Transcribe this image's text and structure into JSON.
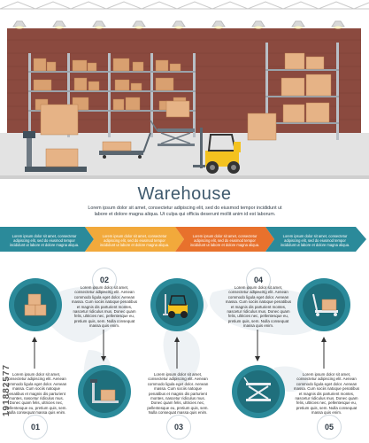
{
  "title": "Warehouse",
  "intro": "Lorem ipsum dolor sit amet, consectetur adipiscing elit, sed do eiusmod tempor incididunt ut labore et dolore magna aliqua. Ut culpa qui officia deserunt mollit anim id est laborum.",
  "arrows": [
    {
      "text": "Lorem ipsum dolor sit amet, consectetur adipiscing elit, sed do eiusmod tempor incididunt ut labore et dolore magna aliqua.",
      "color": "#2b8a9a"
    },
    {
      "text": "Lorem ipsum dolor sit amet, consectetur adipiscing elit, sed do eiusmod tempor incididunt ut labore et dolore magna aliqua.",
      "color": "#f2a93b"
    },
    {
      "text": "Lorem ipsum dolor sit amet, consectetur adipiscing elit, sed do eiusmod tempor incididunt ut labore et dolore magna aliqua.",
      "color": "#e8712c"
    },
    {
      "text": "Lorem ipsum dolor sit amet, consectetur adipiscing elit, sed do eiusmod tempor incididunt ut labore et dolore magna aliqua.",
      "color": "#2b8a9a"
    }
  ],
  "steps": [
    {
      "num": "01",
      "icon": "boxes-icon",
      "text": "Lorem ipsum dolor sit amet, consectetur adipiscing elit. Aenean commodo ligula eget dolor. Aenean massa. Cum sociis natoque penatibus et magnis dis parturient montes, nascetur ridiculus mus. Donec quam felis, ultricies nec, pellentesque eu, pretium quis, sem. Nulla consequat massa quis enim."
    },
    {
      "num": "02",
      "icon": "scale-icon",
      "text": "Lorem ipsum dolor sit amet, consectetur adipiscing elit. Aenean commodo ligula eget dolor. Aenean massa. Cum sociis natoque penatibus et magnis dis parturient montes, nascetur ridiculus mus. Donec quam felis, ultricies nec, pellentesque eu, pretium quis, sem. Nulla consequat massa quis enim."
    },
    {
      "num": "03",
      "icon": "forklift-icon",
      "text": "Lorem ipsum dolor sit amet, consectetur adipiscing elit. Aenean commodo ligula eget dolor. Aenean massa. Cum sociis natoque penatibus et magnis dis parturient montes, nascetur ridiculus mus. Donec quam felis, ultricies nec, pellentesque eu, pretium quis, sem. Nulla consequat massa quis enim."
    },
    {
      "num": "04",
      "icon": "lift-table-icon",
      "text": "Lorem ipsum dolor sit amet, consectetur adipiscing elit. Aenean commodo ligula eget dolor. Aenean massa. Cum sociis natoque penatibus et magnis dis parturient montes, nascetur ridiculus mus. Donec quam felis, ultricies nec, pellentesque eu, pretium quis, sem. Nulla consequat massa quis enim."
    },
    {
      "num": "05",
      "icon": "pallet-jack-icon",
      "text": "Lorem ipsum dolor sit amet, consectetur adipiscing elit. Aenean commodo ligula eget dolor. Aenean massa. Cum sociis natoque penatibus et magnis dis parturient montes, nascetur ridiculus mus. Donec quam felis, ultricies nec, pellentesque eu, pretium quis, sem. Nulla consequat massa quis enim."
    }
  ],
  "watermark": "191882577",
  "colors": {
    "teal": "#2b8a9a",
    "teal_dark": "#1f6f7c",
    "wall": "#8b4a3f",
    "floor": "#e3e3e3",
    "box": "#e6b386",
    "yellow": "#f4c21f"
  }
}
